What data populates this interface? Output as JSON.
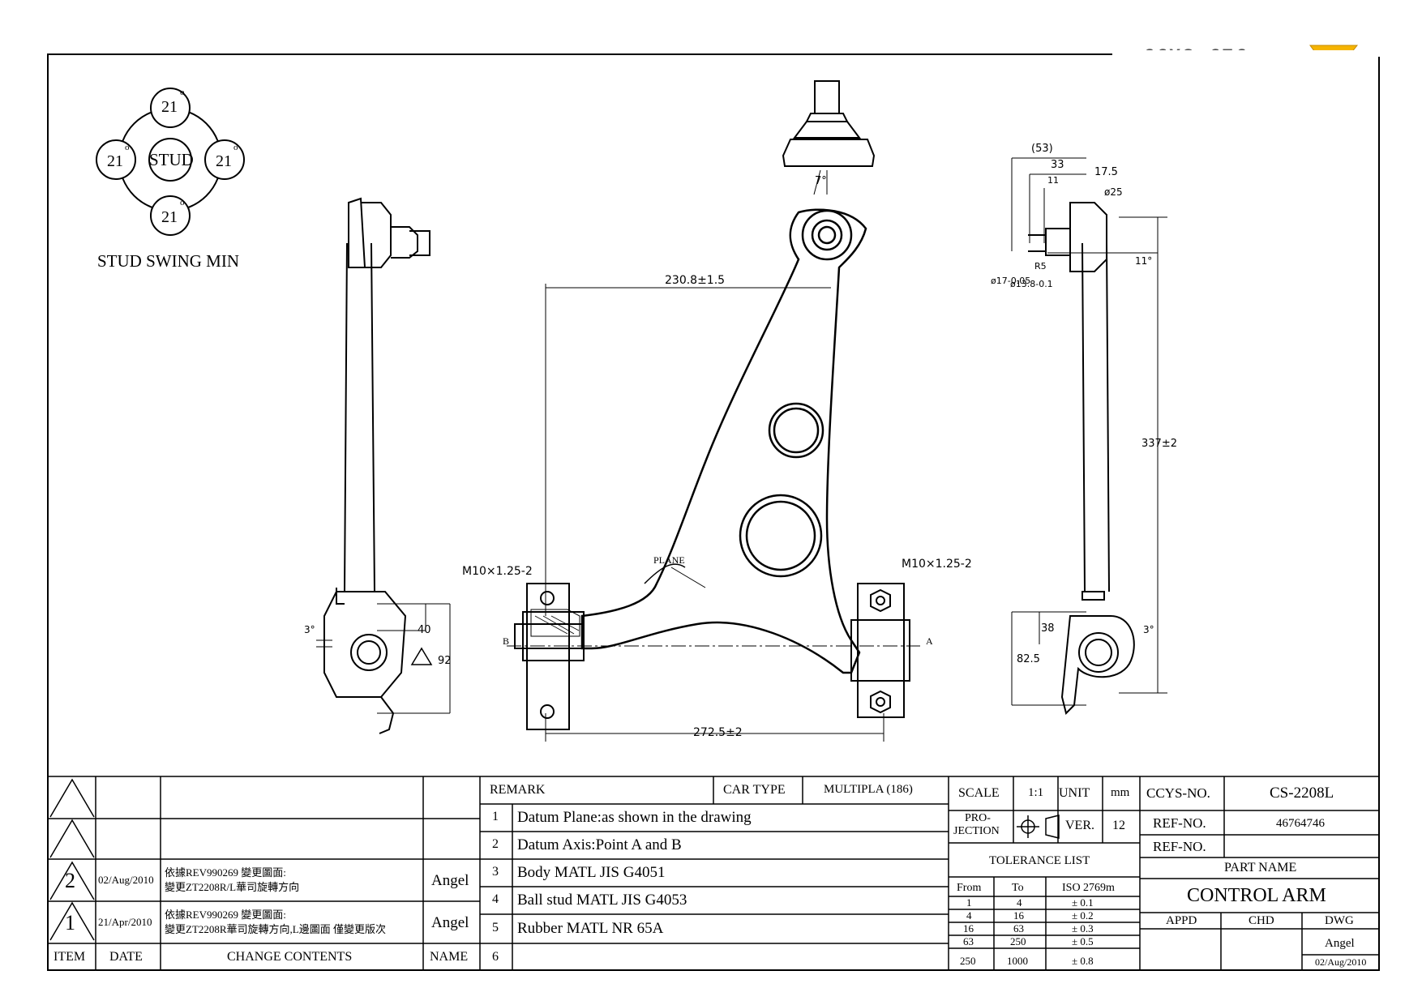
{
  "logo": {
    "text": "CCYS+CTC"
  },
  "stud_swing": {
    "angles": [
      "21",
      "21",
      "21",
      "21"
    ],
    "degree_mark": "o",
    "center_label": "STUD",
    "caption": "STUD SWING MIN"
  },
  "dimensions": {
    "top_angle": "7°",
    "width_top": "230.8±1.5",
    "width_bottom": "272.5±2",
    "thread_left": "M10×1.25-2",
    "thread_right": "M10×1.25-2",
    "plane_label": "PLANE",
    "point_a": "A",
    "point_b": "B",
    "left_angle": "3°",
    "left_40": "40",
    "left_92": "92",
    "right_53": "(53)",
    "right_33": "33",
    "right_11": "11",
    "right_17_5": "17.5",
    "right_d25": "ø25",
    "right_angle_top": "11°",
    "right_d17": "ø17-0.05",
    "right_d13_8": "ø13.8-0.1",
    "right_r5": "R5",
    "right_337": "337±2",
    "right_38": "38",
    "right_82_5": "82.5",
    "right_angle_bottom": "3°"
  },
  "revisions": {
    "rows": [
      {
        "item": "",
        "date": "",
        "contents": "",
        "name": ""
      },
      {
        "item": "",
        "date": "",
        "contents": "",
        "name": ""
      },
      {
        "item": "2",
        "date": "02/Aug/2010",
        "contents_l1": "依據REV990269 變更圖面:",
        "contents_l2": "變更ZT2208R/L華司旋轉方向",
        "name": "Angel"
      },
      {
        "item": "1",
        "date": "21/Apr/2010",
        "contents_l1": "依據REV990269 變更圖面:",
        "contents_l2": "變更ZT2208R華司旋轉方向,L邊圖面 僅變更版次",
        "name": "Angel"
      }
    ],
    "headers": {
      "item": "ITEM",
      "date": "DATE",
      "contents": "CHANGE CONTENTS",
      "name": "NAME"
    }
  },
  "remarks": {
    "header": "REMARK",
    "car_type_label": "CAR TYPE",
    "car_type_value": "MULTIPLA (186)",
    "items": [
      {
        "no": "1",
        "text": "Datum Plane:as shown in the drawing"
      },
      {
        "no": "2",
        "text": "Datum Axis:Point A and B"
      },
      {
        "no": "3",
        "text": "Body MATL JIS G4051"
      },
      {
        "no": "4",
        "text": "Ball stud MATL JIS G4053"
      },
      {
        "no": "5",
        "text": "Rubber MATL NR 65A"
      },
      {
        "no": "6",
        "text": ""
      }
    ]
  },
  "spec": {
    "scale_label": "SCALE",
    "scale_value": "1:1",
    "unit_label": "UNIT",
    "unit_value": "mm",
    "projection_label_l1": "PRO-",
    "projection_label_l2": "JECTION",
    "ver_label": "VER.",
    "ver_value": "12",
    "tolerance_title": "TOLERANCE LIST",
    "tol_headers": {
      "from": "From",
      "to": "To",
      "iso": "ISO 2769m"
    },
    "tolerances": [
      {
        "from": "1",
        "to": "4",
        "tol": "± 0.1"
      },
      {
        "from": "4",
        "to": "16",
        "tol": "± 0.2"
      },
      {
        "from": "16",
        "to": "63",
        "tol": "± 0.3"
      },
      {
        "from": "63",
        "to": "250",
        "tol": "± 0.5"
      },
      {
        "from": "250",
        "to": "1000",
        "tol": "± 0.8"
      }
    ]
  },
  "part": {
    "ccys_no_label": "CCYS-NO.",
    "ccys_no": "CS-2208L",
    "ref_no_label": "REF-NO.",
    "ref_no": "46764746",
    "ref_no2_label": "REF-NO.",
    "ref_no2": "",
    "part_name_label": "PART NAME",
    "part_name": "CONTROL ARM",
    "appd": "APPD",
    "chd": "CHD",
    "dwg": "DWG",
    "dwg_name": "Angel",
    "dwg_date": "02/Aug/2010"
  }
}
